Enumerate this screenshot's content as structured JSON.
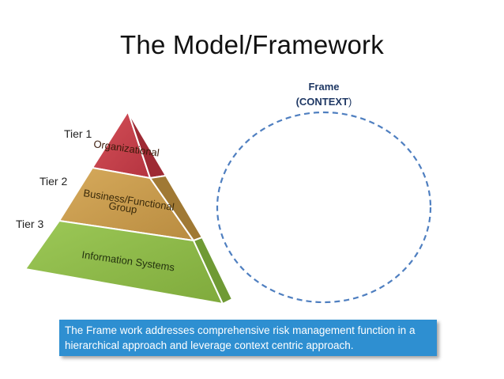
{
  "slide": {
    "title": "The Model/Framework",
    "frame_label_line1": "Frame",
    "frame_label_line2_bold": "(CONTEXT",
    "frame_label_line2_paren": ")",
    "tiers": [
      {
        "label": "Tier 1",
        "name": "Organizational",
        "color": "#c0404a"
      },
      {
        "label": "Tier 2",
        "name_line1": "Business/Functional",
        "name_line2": "Group",
        "color": "#c79a4e"
      },
      {
        "label": "Tier 3",
        "name": "Information Systems",
        "color": "#8fba4a"
      }
    ],
    "circle_color": "#4f7fc0",
    "caption": "The Frame work addresses comprehensive risk management function in a hierarchical approach and leverage context centric approach.",
    "caption_color": "#2e8fd1"
  }
}
